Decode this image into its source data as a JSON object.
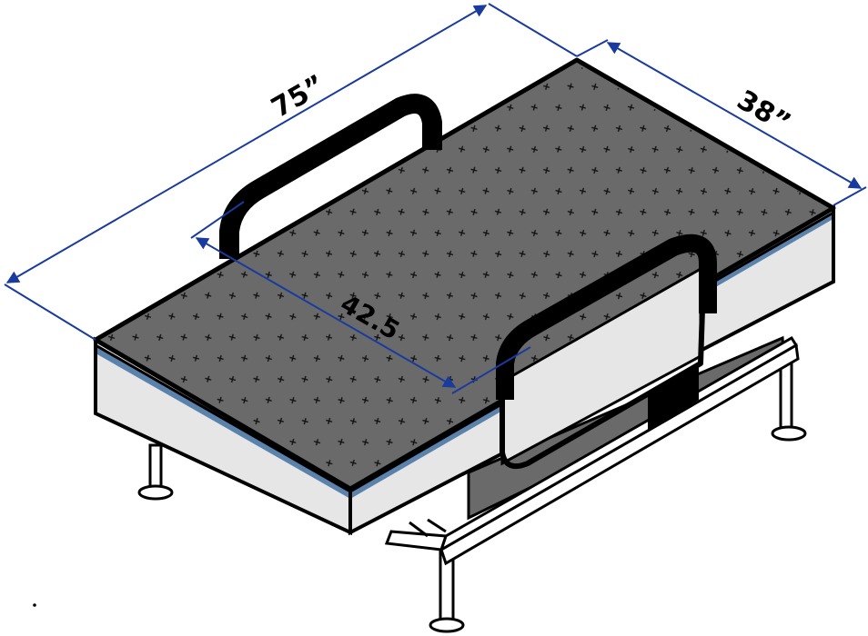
{
  "figure": {
    "subject": "Adjustable bed with mattress and side rails",
    "colors": {
      "top_surface": "#6a6a6a",
      "mattress_side": "#e6e6e6",
      "foam_stripe": "#5b82ab",
      "outline": "#000000",
      "dimension_line": "#1a3b9e",
      "base_panel": "#6a6a6a",
      "frame": "#ffffff",
      "background": "#ffffff"
    }
  },
  "dimensions": {
    "length": {
      "label": "75”",
      "value": 75,
      "unit": "in"
    },
    "width": {
      "label": "38”",
      "value": 38,
      "unit": "in"
    },
    "rail_span": {
      "label": "42.5",
      "value": 42.5,
      "unit": "in"
    }
  }
}
